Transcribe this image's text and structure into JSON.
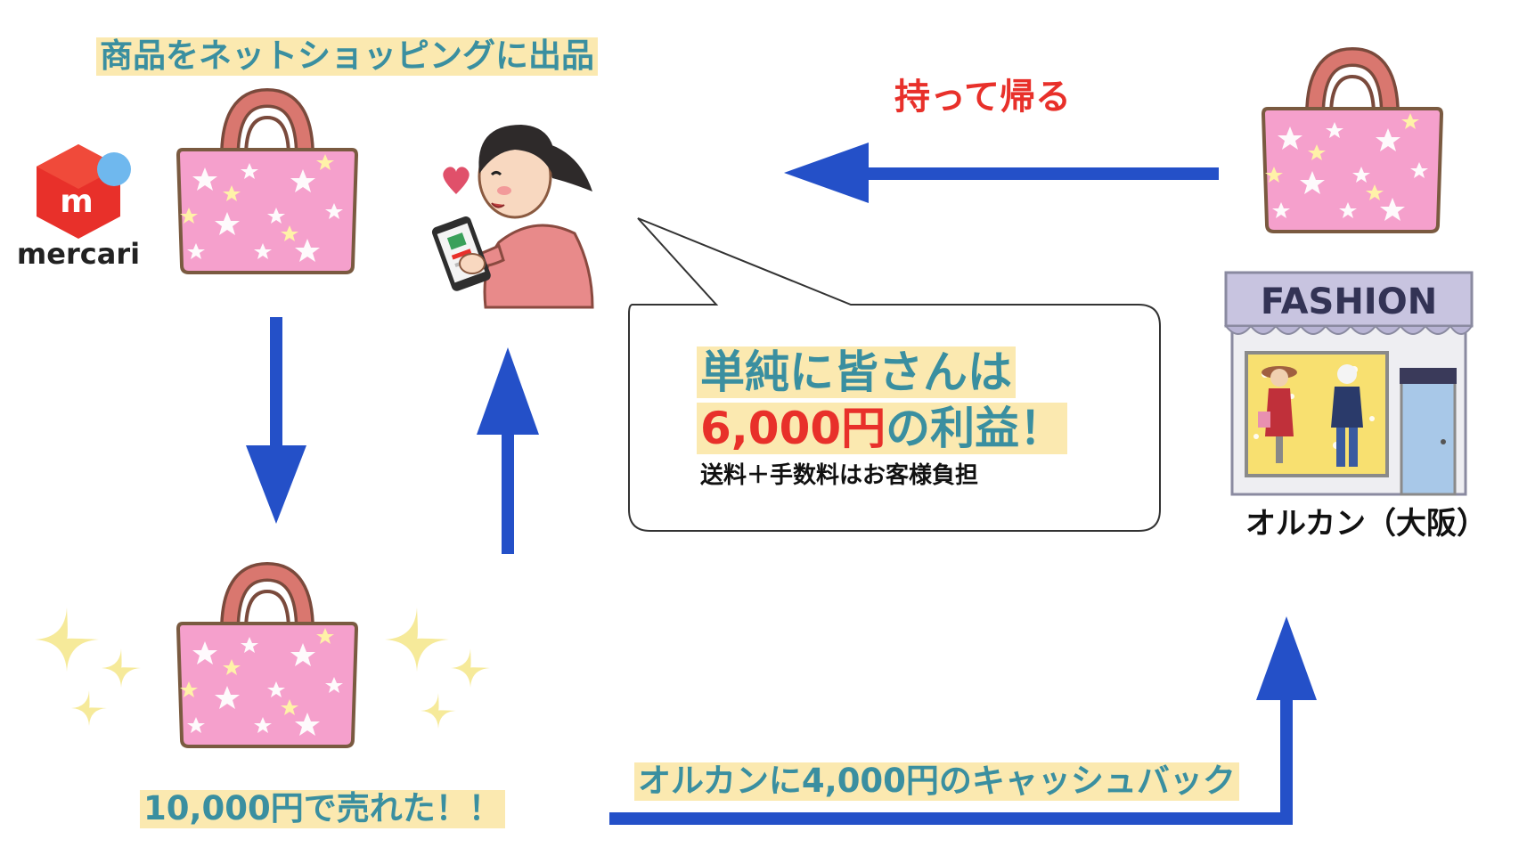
{
  "labels": {
    "listing": "商品をネットショッピングに出品",
    "take_home": "持って帰る",
    "sold": "10,000円で売れた！！",
    "cashback": "オルカンに4,000円のキャッシュバック",
    "store_caption": "オルカン（大阪）",
    "store_sign": "FASHION",
    "mercari_brand": "mercari",
    "mercari_icon_letter": "m"
  },
  "bubble": {
    "line1": "単純に皆さんは",
    "amount": "6,000円",
    "line2_rest": "の利益！",
    "note": "送料＋手数料はお客様負担"
  },
  "colors": {
    "arrow_blue": "#2450c8",
    "highlight": "#fbe9b0",
    "teal_text": "#3a8fa0",
    "red_text": "#e8302a",
    "bag_pink": "#f5a0cc",
    "bag_handle": "#d9776f",
    "mercari_red": "#e8302a",
    "mercari_blue": "#6fb8ee"
  },
  "icons": [
    "mercari-logo-icon",
    "tote-bag-icon",
    "woman-with-phone-icon",
    "heart-icon",
    "sparkle-icon",
    "fashion-store-icon"
  ]
}
